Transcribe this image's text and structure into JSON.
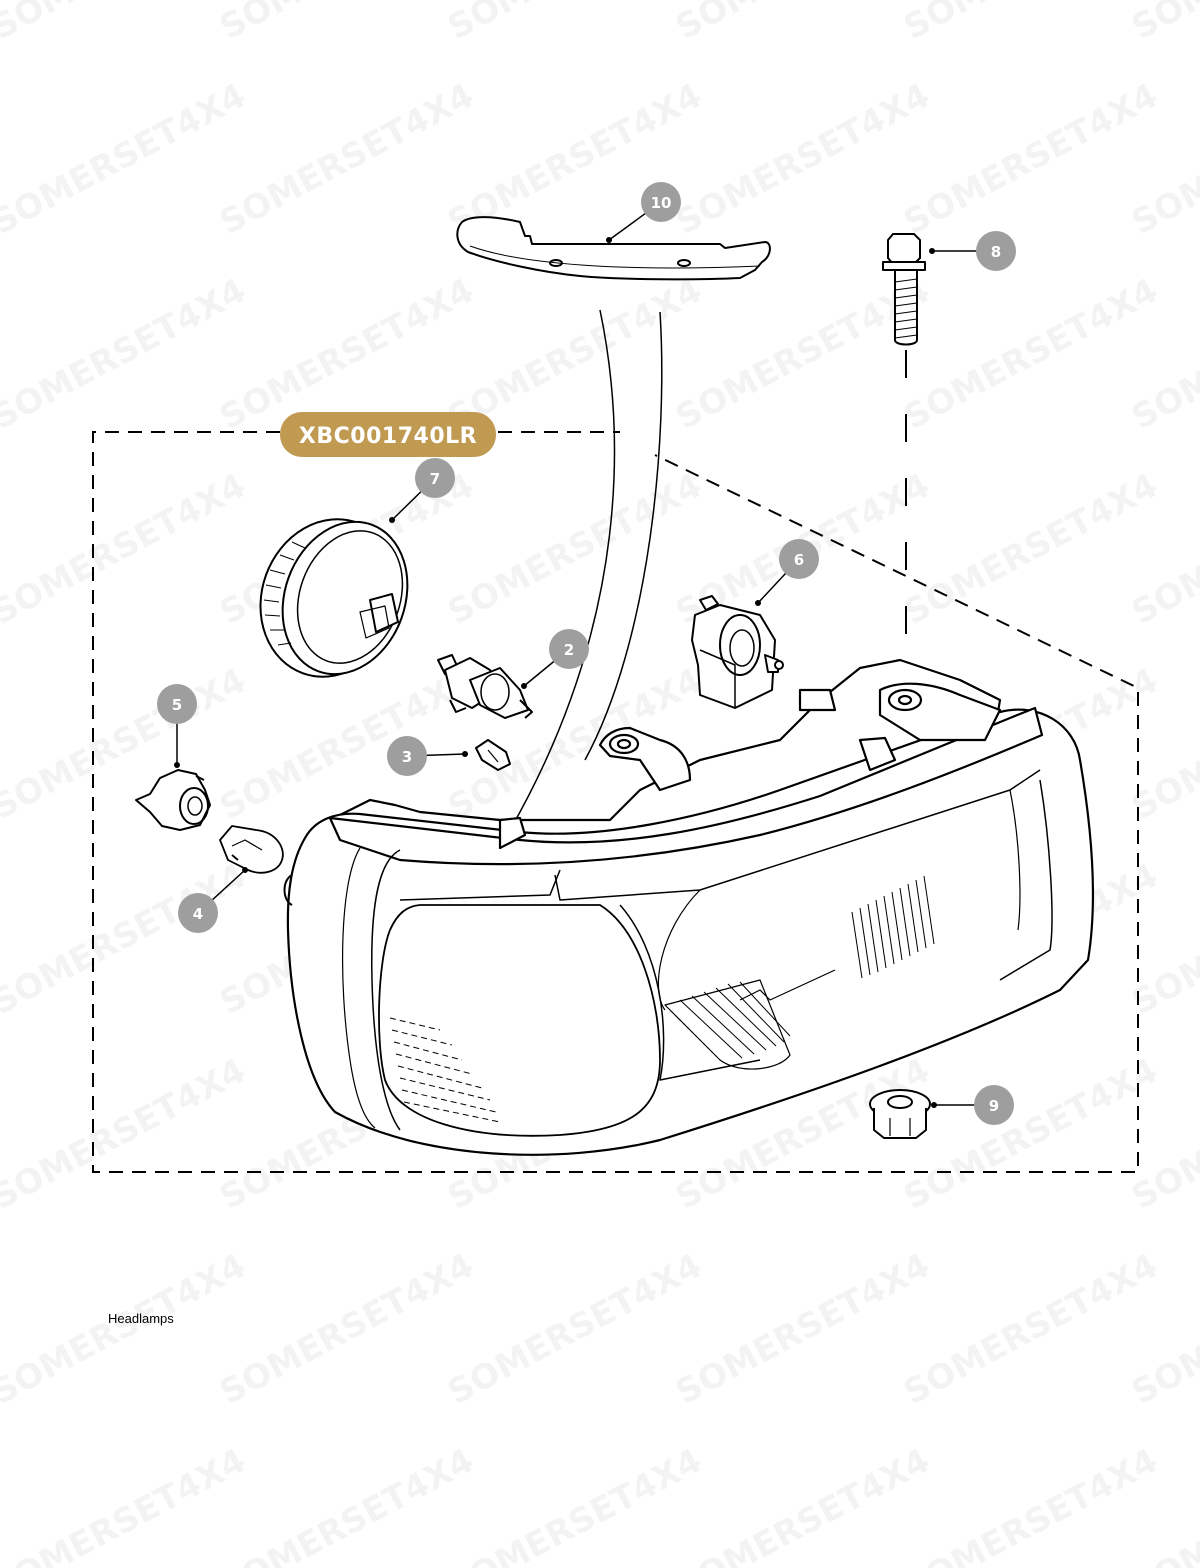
{
  "diagram": {
    "part_number_label": "XBC001740LR",
    "caption": "Headlamps",
    "watermark": "SOMERSET4X4",
    "callouts": [
      "10",
      "8",
      "7",
      "6",
      "2",
      "5",
      "3",
      "4",
      "9"
    ]
  },
  "colors": {
    "badge_gold": "#c19a52",
    "callout_grey": "#9e9e9e",
    "line": "#000000"
  }
}
